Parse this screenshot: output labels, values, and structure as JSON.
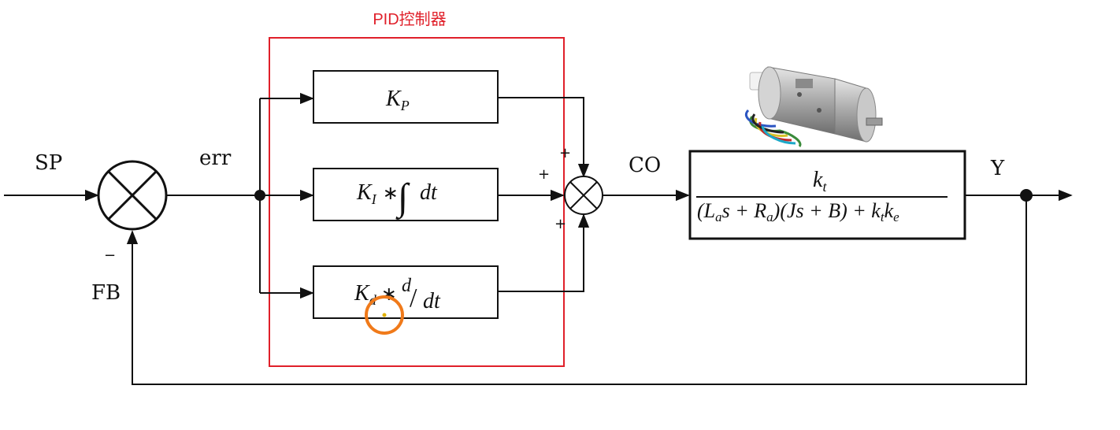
{
  "pid_title": "PID控制器",
  "signals": {
    "sp": "SP",
    "err": "err",
    "fb": "FB",
    "co": "CO",
    "y": "Y"
  },
  "signs": {
    "fb_minus": "−",
    "p_plus": "+",
    "i_plus": "+",
    "d_plus": "+"
  },
  "blocks": {
    "p": {
      "k": "K",
      "sub": "P"
    },
    "i": {
      "k": "K",
      "sub": "I",
      "star": "∗",
      "integral": "∫",
      "dt": "dt"
    },
    "d": {
      "k": "K",
      "sub": "d",
      "star": "∗",
      "num": "d",
      "slash": "/",
      "den": "dt"
    },
    "plant": {
      "num_k": "k",
      "num_sub": "t",
      "den": "(L",
      "den_a1": "a",
      "den_s1": "s + R",
      "den_a2": "a",
      "den_rest": ")(Js + B) + k",
      "den_t": "t",
      "den_k": "k",
      "den_e": "e"
    }
  },
  "colors": {
    "pid_box": "#e0202a",
    "cursor_ring": "#f07a1a",
    "cursor_dot": "#e0b000"
  }
}
